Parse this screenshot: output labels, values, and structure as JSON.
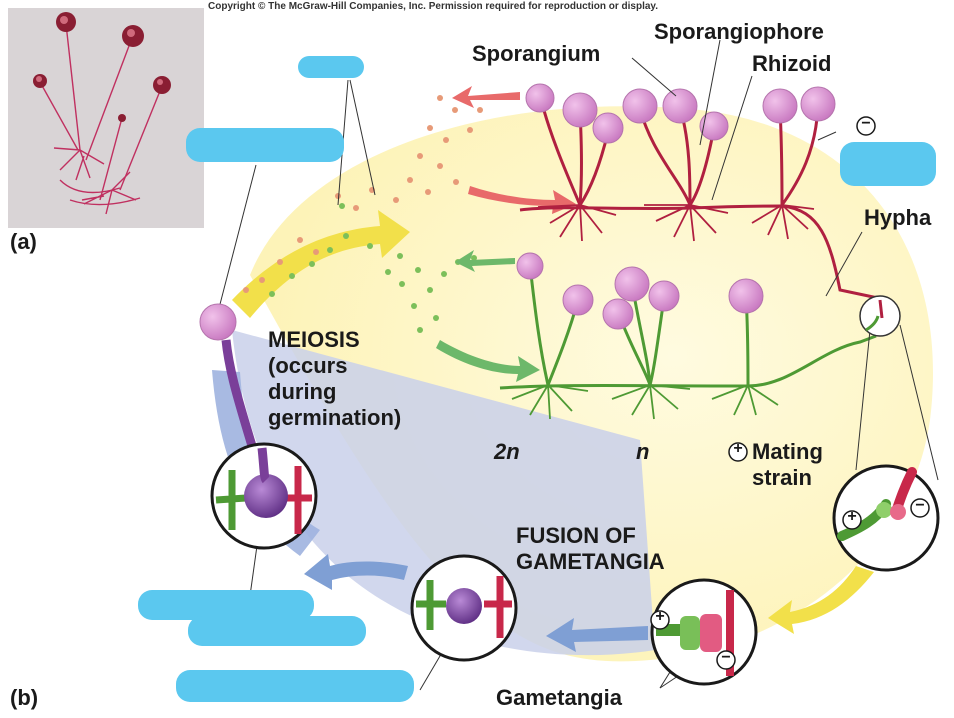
{
  "copyright": "Copyright © The McGraw-Hill Companies, Inc. Permission required for reproduction or display.",
  "panels": {
    "a": "(a)",
    "b": "(b)"
  },
  "labels": {
    "sporangium": "Sporangium",
    "sporangiophore": "Sporangiophore",
    "rhizoid": "Rhizoid",
    "hypha": "Hypha",
    "meiosis": [
      "MEIOSIS",
      "(occurs",
      "during",
      "germination)"
    ],
    "two_n": "2n",
    "n": "n",
    "mating_strain": [
      "Mating",
      "strain"
    ],
    "fusion": [
      "FUSION OF",
      "GAMETANGIA"
    ],
    "gametangia": "Gametangia",
    "plus_sign": "+",
    "minus_sign": "−"
  },
  "colors": {
    "plus_strain": "#5aa23c",
    "minus_strain": "#c8284a",
    "sporangium": "#d98ad0",
    "zygospore": "#7a3f99",
    "arrow_blue": "#7f9fd4",
    "arrow_yellow": "#f2e04a",
    "background_haploid": "#fdf6c8",
    "background_diploid": "#c9d0ea",
    "redacted": "#5bc8ef"
  }
}
